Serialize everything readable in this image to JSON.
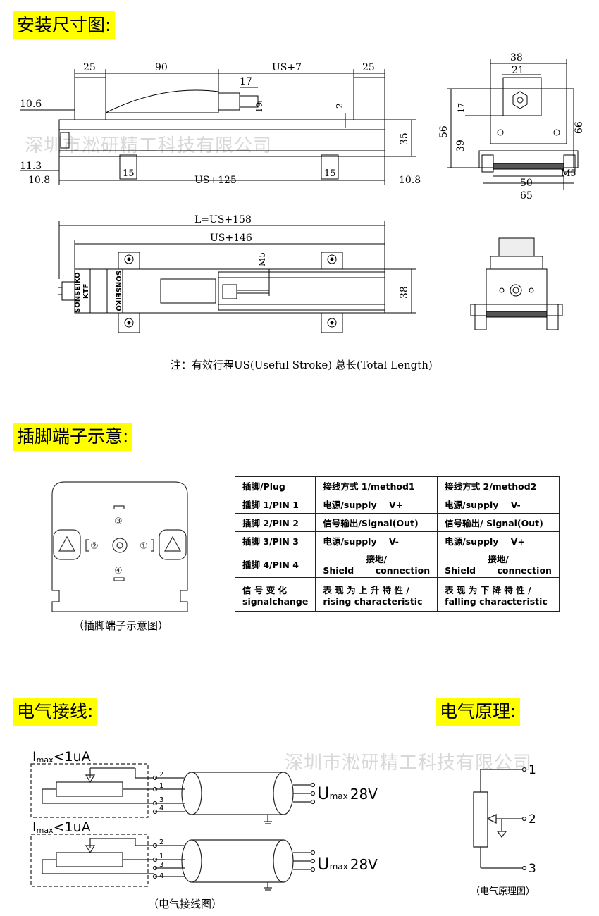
{
  "sections": {
    "install": "安装尺寸图:",
    "pins": "插脚端子示意:",
    "wiring": "电气接线:",
    "principle": "电气原理:"
  },
  "watermark": "深圳市淞研精工科技有限公司",
  "drawing_top": {
    "dims": {
      "d25a": "25",
      "d90": "90",
      "dusp7": "US+7",
      "d25b": "25",
      "d17": "17",
      "d19": "19",
      "d2": "2",
      "d35": "35",
      "d106a": "10.6",
      "d113": "11.3",
      "d106b": "10.8",
      "d108": "10.8",
      "d15a": "15",
      "d15b": "15",
      "dus125": "US+125"
    }
  },
  "drawing_side": {
    "dims": {
      "d38": "38",
      "d21": "21",
      "d17": "17",
      "d56": "56",
      "d39": "39",
      "d66": "66",
      "m5": "M5",
      "d50": "50",
      "d65": "65"
    }
  },
  "drawing_bottom": {
    "dims": {
      "dl": "L=US+158",
      "dus146": "US+146",
      "m5": "M5",
      "d38": "38"
    },
    "label_brand": "SONSEIKO",
    "label_model": "KTF"
  },
  "note": "注：有效行程US(Useful Stroke) 总长(Total Length)",
  "pin_diagram": {
    "caption": "（插脚端子示意图）",
    "pins": [
      "①",
      "②",
      "③",
      "④"
    ]
  },
  "pin_table": {
    "header": [
      "插脚/Plug",
      "接线方式 1/method1",
      "接线方式 2/method2"
    ],
    "rows": [
      [
        "插脚 1/PIN 1",
        "电源/supply    V+",
        "电源/supply    V-"
      ],
      [
        "插脚 2/PIN 2",
        "信号输出/Signal(Out)",
        "信号输出/ Signal(Out)"
      ],
      [
        "插脚 3/PIN 3",
        "电源/supply    V-",
        "电源/supply    V+"
      ]
    ],
    "row4": {
      "c0": "插脚 4/PIN 4",
      "c1a": "接地/",
      "c1b": "Shield       connection",
      "c2a": "接地/",
      "c2b": "Shield       connection"
    },
    "row5": {
      "c0a": "信 号 变 化",
      "c0b": "signalchange",
      "c1a": "表 现 为 上 升 特 性 /",
      "c1b": "rising characteristic",
      "c2a": "表 现 为 下 降 特 性 /",
      "c2b": "falling characteristic"
    }
  },
  "wiring": {
    "imax": "Imax<1uA",
    "umax": "Umax 28V",
    "imax_main": "I",
    "imax_sub": "max",
    "imax_tail": "<1uA",
    "umax_main": "U",
    "umax_sub": "max",
    "umax_tail": "28V",
    "pins": [
      "2",
      "1",
      "3",
      "4"
    ],
    "caption": "（电气接线图）"
  },
  "principle": {
    "pins": [
      "1",
      "2",
      "3"
    ],
    "caption": "（电气原理图）"
  }
}
